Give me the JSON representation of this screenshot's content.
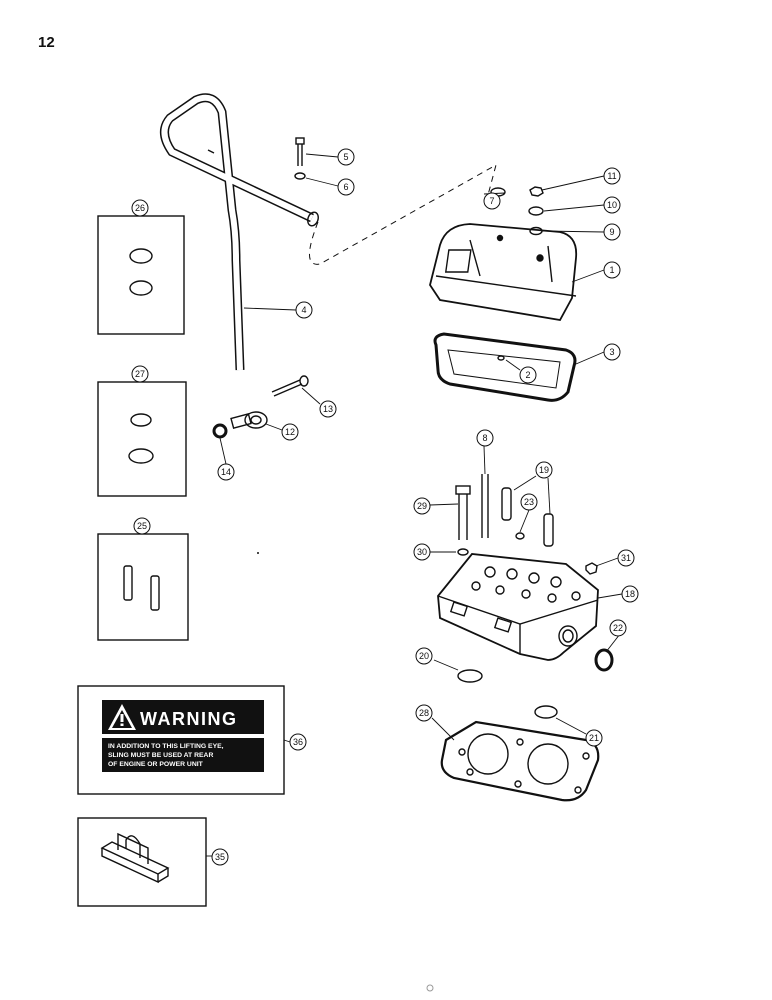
{
  "page_number": "12",
  "callouts": {
    "c1": "1",
    "c2": "2",
    "c3": "3",
    "c4": "4",
    "c5": "5",
    "c6": "6",
    "c7": "7",
    "c8": "8",
    "c9": "9",
    "c10": "10",
    "c11": "11",
    "c12": "12",
    "c13": "13",
    "c14": "14",
    "c18": "18",
    "c19": "19",
    "c20": "20",
    "c21": "21",
    "c22": "22",
    "c23": "23",
    "c25": "25",
    "c26": "26",
    "c27": "27",
    "c28": "28",
    "c29": "29",
    "c30": "30",
    "c31": "31",
    "c35": "35",
    "c36": "36"
  },
  "warning_decal": {
    "title": "WARNING",
    "lines": [
      "IN ADDITION TO THIS LIFTING EYE,",
      "SLING MUST BE USED AT REAR",
      "OF ENGINE OR POWER UNIT"
    ]
  }
}
